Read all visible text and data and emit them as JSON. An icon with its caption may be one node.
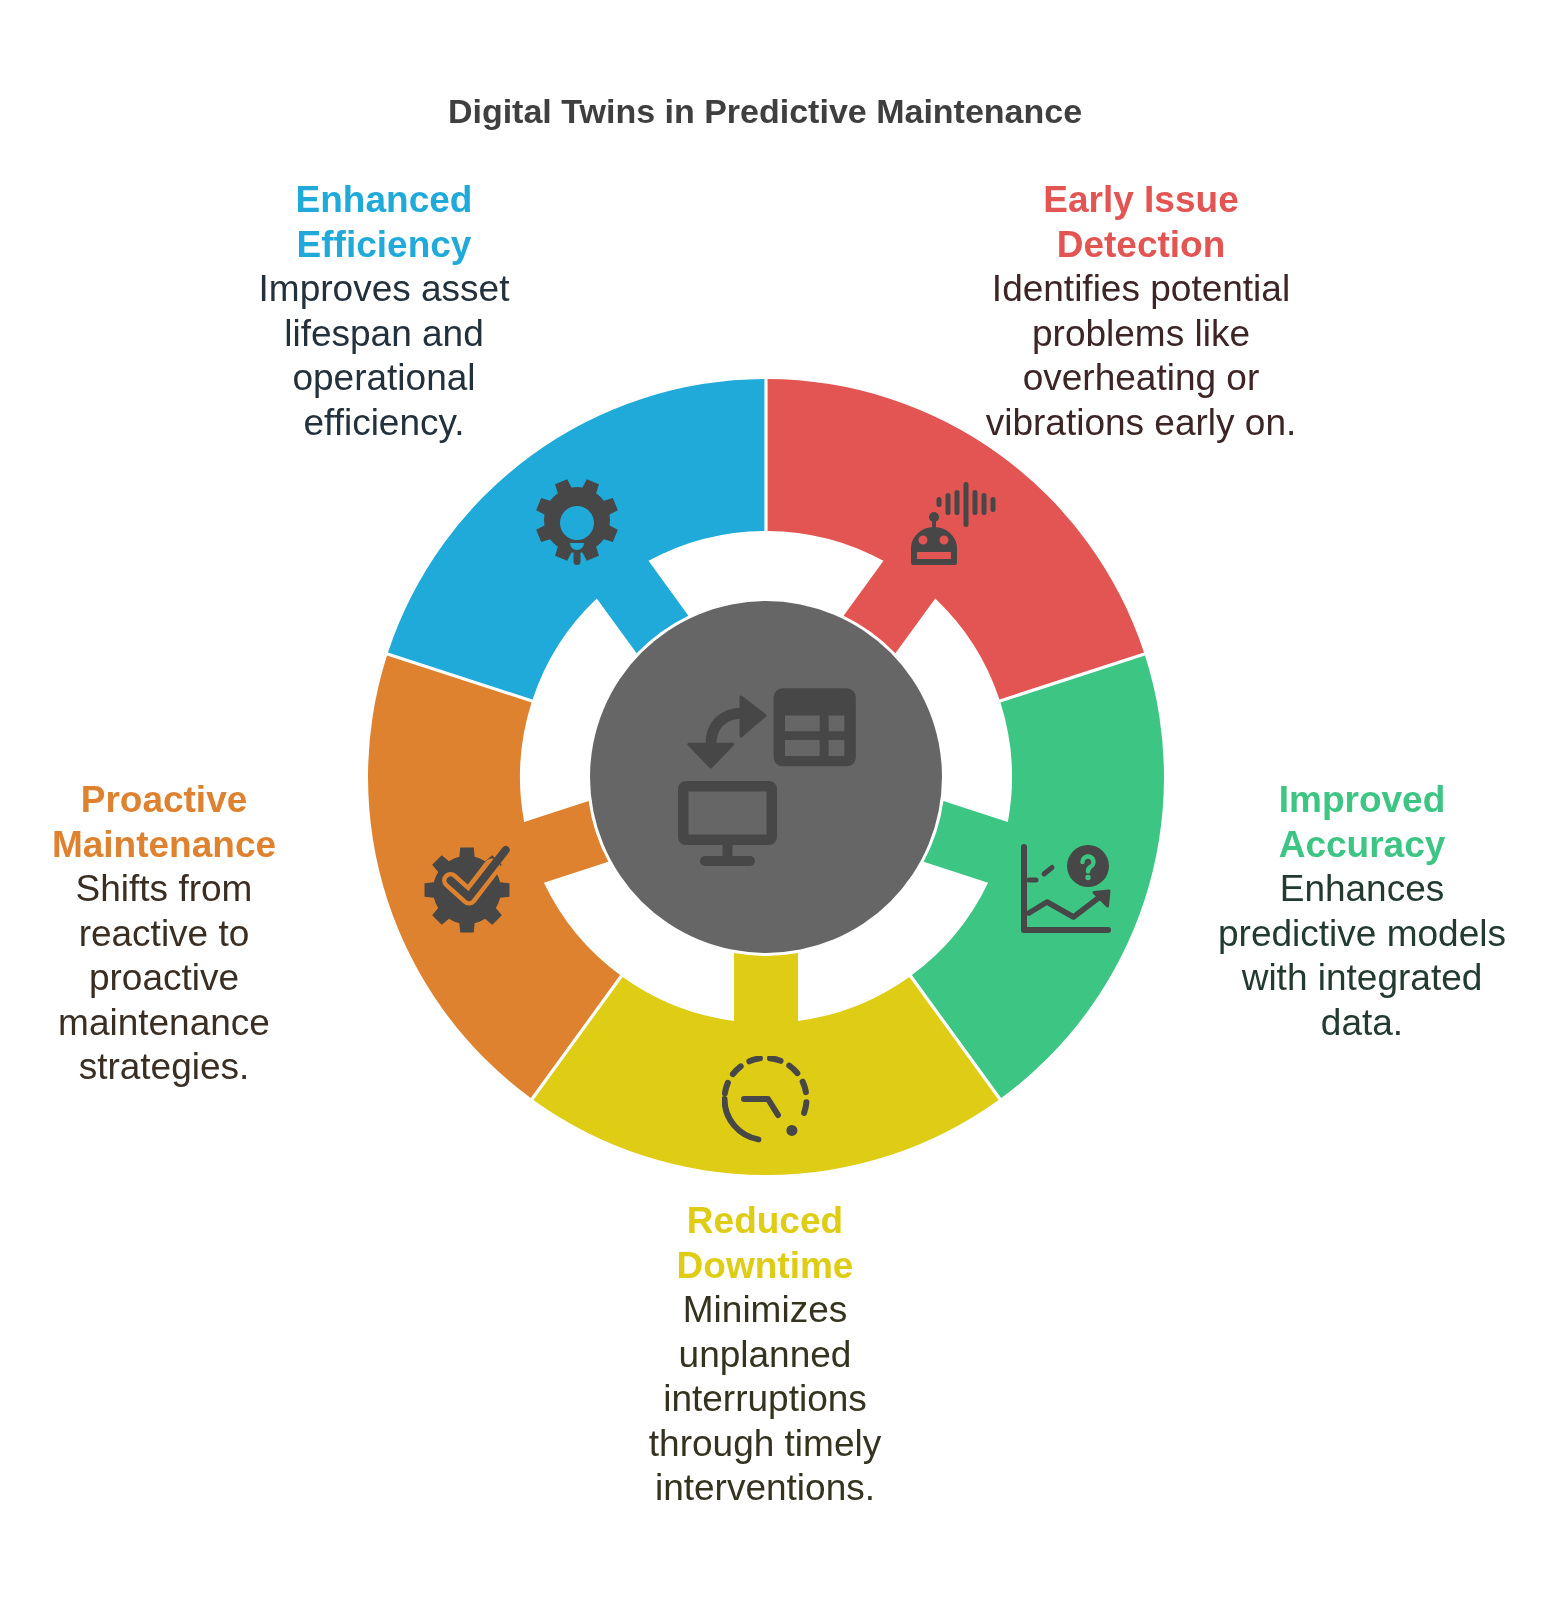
{
  "diagram": {
    "title": "Digital Twins in Predictive Maintenance",
    "nodes": [
      {
        "text": [],
        "shape": "arc",
        "beside": [
          "Enhanced Efficiency",
          "Improves asset lifespan and operational efficiency."
        ]
      },
      {
        "text": [],
        "shape": "arc",
        "beside": [
          "Early Issue Detection",
          "Identifies potential problems like overheating or vibrations early on."
        ]
      },
      {
        "text": [],
        "shape": "circle"
      },
      {
        "text": [],
        "shape": "arc",
        "beside": [
          "Proactive Maintenance",
          "Shifts from reactive to proactive maintenance strategies."
        ]
      },
      {
        "text": [],
        "shape": "arc",
        "beside": [
          "Improved Accuracy",
          "Enhances predictive models with integrated data."
        ]
      },
      {
        "text": [],
        "shape": "arc",
        "beside": [
          "Reduced Downtime",
          "Minimizes unplanned interruptions through timely interventions."
        ]
      }
    ]
  }
}
